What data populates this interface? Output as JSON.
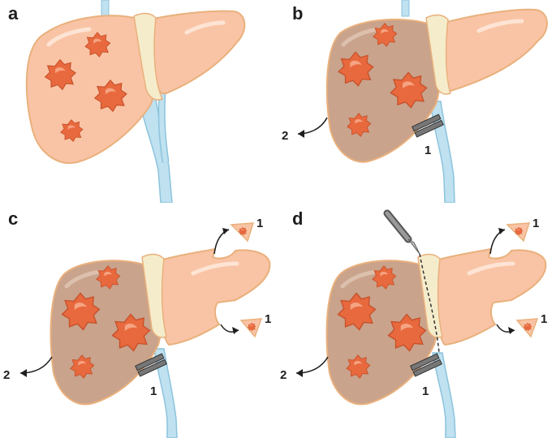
{
  "panels": [
    {
      "label": "a"
    },
    {
      "label": "b",
      "annotations": {
        "clamp": "1",
        "pvl": "2"
      }
    },
    {
      "label": "c",
      "annotations": {
        "clamp": "1",
        "pvl": "2",
        "resection_top": "1",
        "resection_mid": "1"
      }
    },
    {
      "label": "d",
      "annotations": {
        "clamp": "1",
        "pvl": "2",
        "resection_top": "1",
        "resection_mid": "1"
      }
    }
  ],
  "colors": {
    "liver_fill": "#f9c4a5",
    "liver_outline": "#e9b07c",
    "embolized_fill": "#c9a38c",
    "tumor": "#e8693e",
    "tumor_highlight": "#f5a483",
    "vessel": "#bfe1f0",
    "vessel_outline": "#8cc4dc",
    "ligament": "#f5eccb"
  },
  "icons": [
    "liver-icon",
    "tumor-icon",
    "portal-vein-icon",
    "clamp-icon",
    "arrow-icon",
    "scalpel-icon",
    "resected-piece-icon"
  ]
}
